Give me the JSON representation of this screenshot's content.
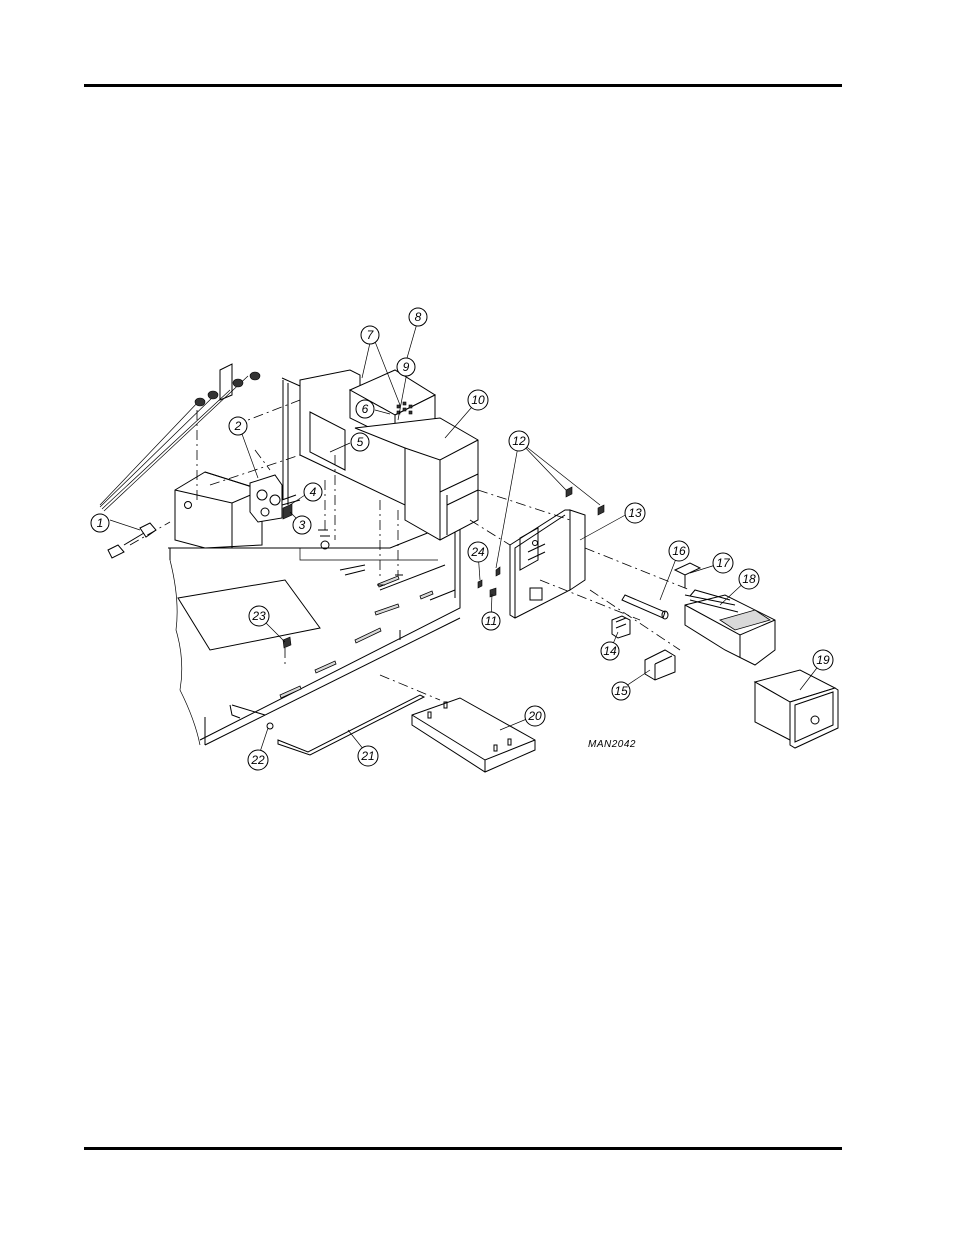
{
  "drawing_id": "MAN2042",
  "callouts": [
    {
      "num": "1"
    },
    {
      "num": "2"
    },
    {
      "num": "3"
    },
    {
      "num": "4"
    },
    {
      "num": "5"
    },
    {
      "num": "6"
    },
    {
      "num": "7"
    },
    {
      "num": "8"
    },
    {
      "num": "9"
    },
    {
      "num": "10"
    },
    {
      "num": "11"
    },
    {
      "num": "12"
    },
    {
      "num": "13"
    },
    {
      "num": "14"
    },
    {
      "num": "15"
    },
    {
      "num": "16"
    },
    {
      "num": "17"
    },
    {
      "num": "18"
    },
    {
      "num": "19"
    },
    {
      "num": "20"
    },
    {
      "num": "21"
    },
    {
      "num": "22"
    },
    {
      "num": "23"
    },
    {
      "num": "24"
    }
  ]
}
